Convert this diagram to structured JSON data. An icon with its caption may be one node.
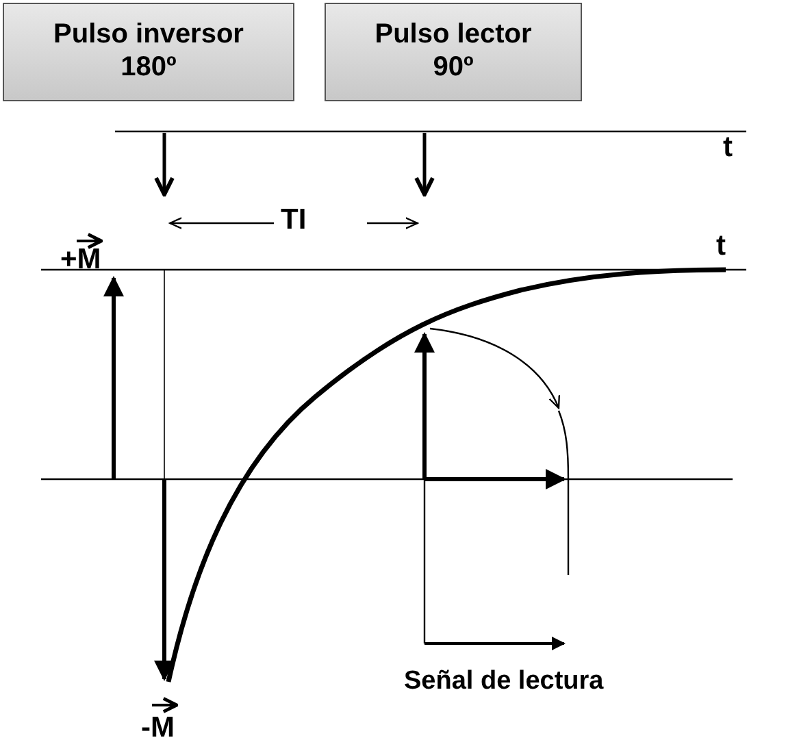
{
  "diagram": {
    "nodes": [
      {
        "text": [
          "Pulso inversor 180º"
        ]
      },
      {
        "text": [
          "Pulso lector 90º"
        ]
      }
    ],
    "labels": [
      "t",
      "TI",
      "+M",
      "t",
      "Señal de lectura",
      "-M"
    ]
  }
}
